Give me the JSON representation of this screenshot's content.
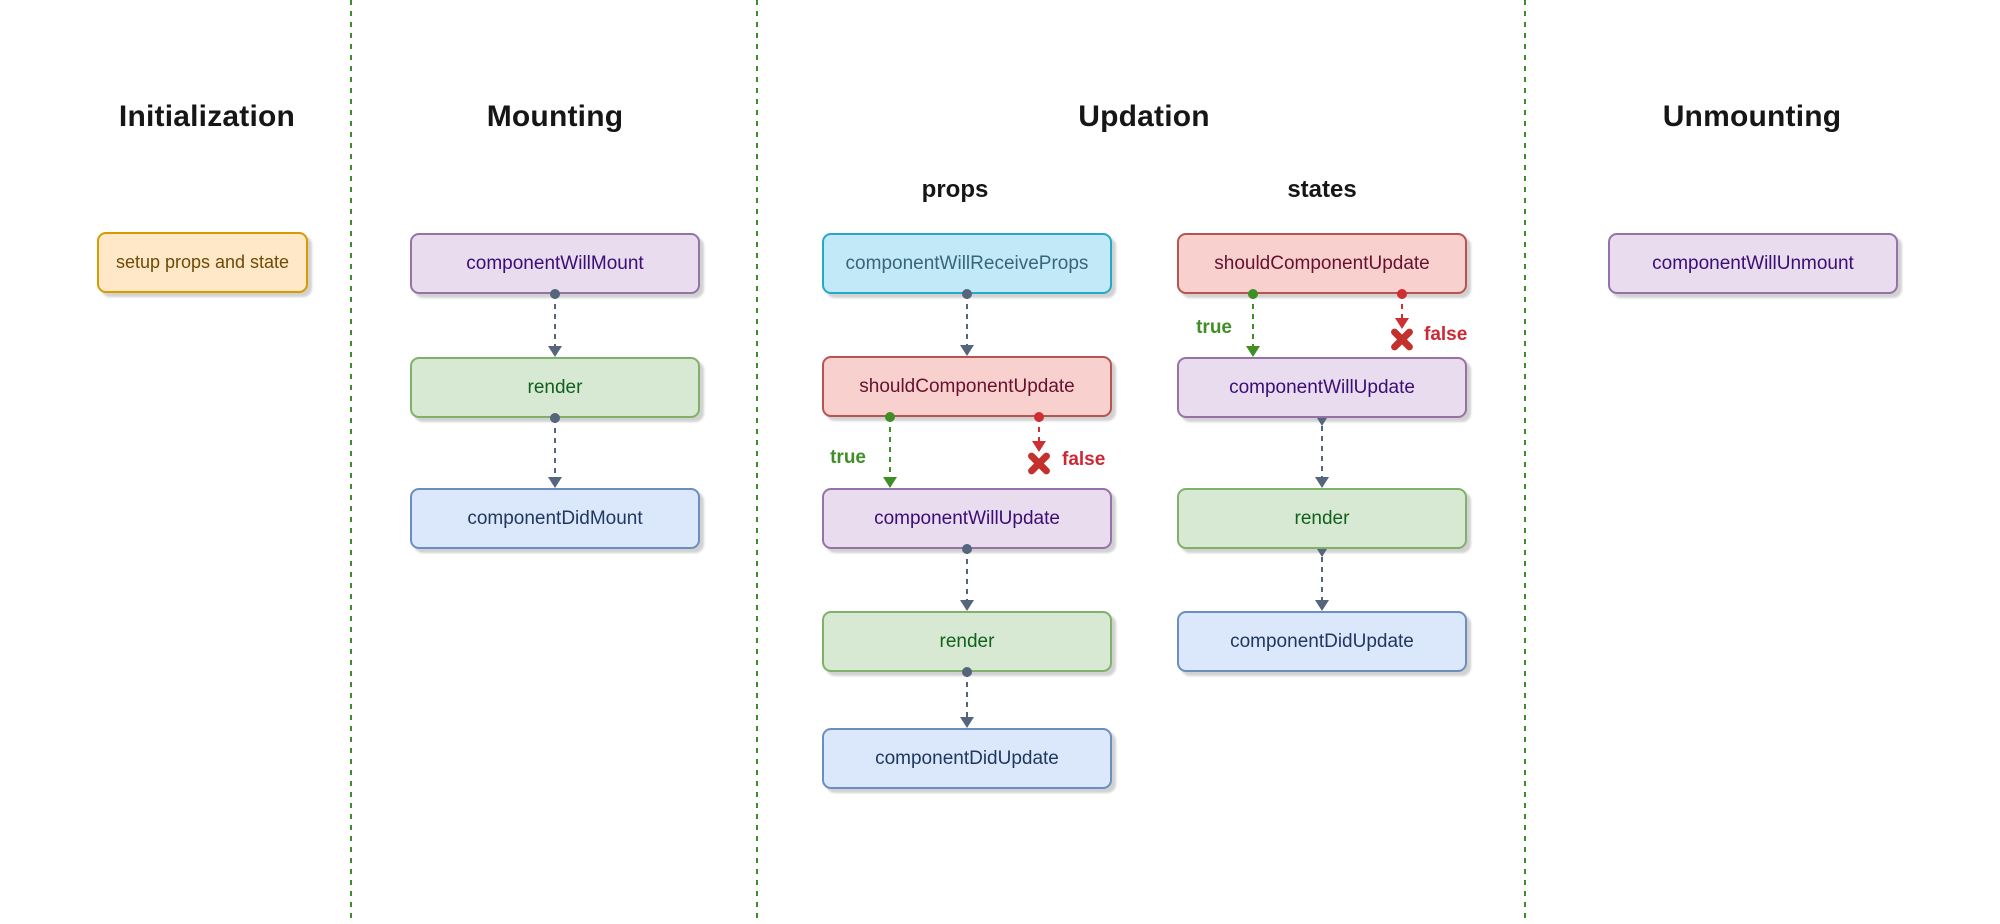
{
  "sections": {
    "initialization": {
      "title": "Initialization"
    },
    "mounting": {
      "title": "Mounting"
    },
    "updation": {
      "title": "Updation",
      "columns": {
        "props": "props",
        "states": "states"
      }
    },
    "unmounting": {
      "title": "Unmounting"
    }
  },
  "nodes": {
    "initialization": [
      {
        "label": "setup props and state",
        "style": "orange"
      }
    ],
    "mounting": [
      {
        "label": "componentWillMount",
        "style": "purple"
      },
      {
        "label": "render",
        "style": "green"
      },
      {
        "label": "componentDidMount",
        "style": "blue"
      }
    ],
    "updation_props": [
      {
        "label": "componentWillReceiveProps",
        "style": "cyan"
      },
      {
        "label": "shouldComponentUpdate",
        "style": "red"
      },
      {
        "label": "componentWillUpdate",
        "style": "purple"
      },
      {
        "label": "render",
        "style": "green"
      },
      {
        "label": "componentDidUpdate",
        "style": "blue"
      }
    ],
    "updation_states": [
      {
        "label": "shouldComponentUpdate",
        "style": "red"
      },
      {
        "label": "componentWillUpdate",
        "style": "purple"
      },
      {
        "label": "render",
        "style": "green"
      },
      {
        "label": "componentDidUpdate",
        "style": "blue"
      }
    ],
    "unmounting": [
      {
        "label": "componentWillUnmount",
        "style": "purple"
      }
    ]
  },
  "edge_labels": {
    "true_label": "true",
    "false_label": "false"
  },
  "icons": {
    "false_x": "x-mark",
    "arrowhead": "triangle-down",
    "edge_start": "filled-circle"
  },
  "palette": {
    "divider_green": "#3e8c2c",
    "arrow_slate": "#54657c",
    "arrow_true_green": "#3f8f26",
    "arrow_false_red": "#cc3032",
    "x_mark_red": "#c4302b",
    "node_orange": {
      "fill": "#ffe8c7",
      "border": "#d79b00",
      "text": "#6d4b05"
    },
    "node_purple": {
      "fill": "#e8dcee",
      "border": "#9673a6",
      "text": "#3b0d75"
    },
    "node_green": {
      "fill": "#d7e9d3",
      "border": "#7fb268",
      "text": "#11611c"
    },
    "node_blue": {
      "fill": "#dbe8fb",
      "border": "#6c8ebf",
      "text": "#20375f"
    },
    "node_red": {
      "fill": "#f8d0cd",
      "border": "#b85450",
      "text": "#67102f"
    },
    "node_cyan": {
      "fill": "#c2e9f7",
      "border": "#28a8c7",
      "text": "#3a6479"
    }
  }
}
